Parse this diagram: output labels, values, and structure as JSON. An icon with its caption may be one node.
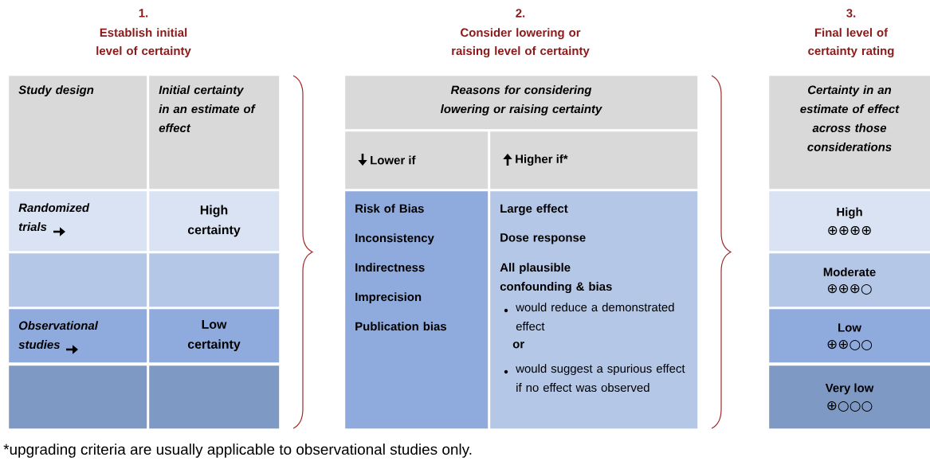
{
  "diagram": {
    "nodes": [
      {
        "text": [
          "Study design"
        ]
      },
      {
        "text": [
          "Initial certainty in an estimate of effect"
        ]
      },
      {
        "text": [
          "Randomized trials"
        ]
      },
      {
        "text": [
          "High certainty"
        ]
      },
      {
        "text": [],
        "shape": "box"
      },
      {
        "text": [],
        "shape": "box"
      },
      {
        "text": [
          "Observational studies"
        ]
      },
      {
        "text": [
          "Low certainty"
        ]
      },
      {
        "text": [],
        "shape": "box"
      },
      {
        "text": [],
        "shape": "box"
      },
      {
        "text": [
          "Reasons for considering lowering or raising certainty"
        ]
      },
      {
        "text": [
          "Lower if"
        ]
      },
      {
        "text": [
          "Higher if*"
        ]
      },
      {
        "text": [
          "Risk of Bias",
          "Inconsistency",
          "Indirectness",
          "Imprecision",
          "Publication bias"
        ]
      },
      {
        "text": [
          "Large effect",
          "Dose response",
          "All plausible confounding & bias",
          "would reduce a demonstrated effect",
          "or",
          "would suggest a spurious effect if no effect was observed"
        ]
      },
      {
        "text": [
          "Certainty in an estimate of effect across those considerations"
        ]
      },
      {
        "text": [
          "High",
          "⊕⊕⊕⊕"
        ]
      },
      {
        "text": [
          "Moderate",
          "⊕⊕⊕○"
        ]
      },
      {
        "text": [
          "Low",
          "⊕⊕○○"
        ]
      },
      {
        "text": [
          "Very low",
          "⊕○○○"
        ]
      }
    ],
    "labels": [
      "1.",
      "Establish initial level of certainty",
      "2.",
      "Consider lowering or raising level of certainty",
      "3.",
      "Final level of certainty rating",
      "*upgrading criteria are usually applicable to observational studies only."
    ]
  }
}
